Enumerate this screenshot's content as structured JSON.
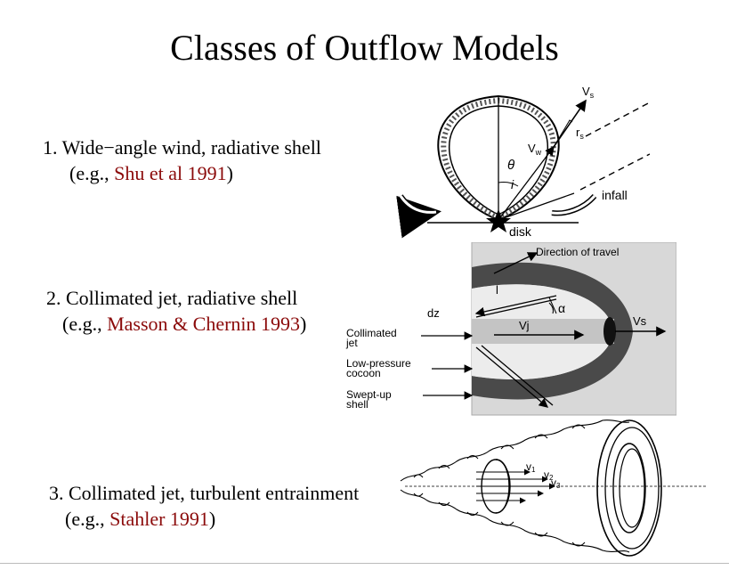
{
  "slide": {
    "title": "Classes of Outflow Models"
  },
  "items": [
    {
      "line1": "1. Wide−angle wind, radiative shell",
      "prefix": "(e.g., ",
      "ref": "Shu et al 1991",
      "suffix": ")"
    },
    {
      "line1": "2. Collimated jet, radiative shell",
      "prefix": "(e.g., ",
      "ref": "Masson & Chernin 1993",
      "suffix": ")"
    },
    {
      "line1": "3. Collimated jet, turbulent entrainment",
      "prefix": "(e.g., ",
      "ref": "Stahler 1991",
      "suffix": ")"
    }
  ],
  "figure1": {
    "label_vs": "V",
    "label_vs_sub": "s",
    "label_rs": "r",
    "label_rs_sub": "s",
    "label_vw": "V",
    "label_vw_sub": "w",
    "label_theta": "θ",
    "label_i": "i",
    "label_infall": "infall",
    "label_disk": "disk"
  },
  "figure2": {
    "label_direction": "Direction of travel",
    "label_l": "l",
    "label_alpha": "α",
    "label_dz": "dz",
    "label_vj": "Vj",
    "label_vs": "Vs",
    "label_collimated_1": "Collimated",
    "label_collimated_2": "jet",
    "label_lowpressure_1": "Low-pressure",
    "label_lowpressure_2": "cocoon",
    "label_swept_1": "Swept-up",
    "label_swept_2": "shell"
  },
  "figure3": {
    "label_v1": "v",
    "label_v1_sub": "1",
    "label_v2": "v",
    "label_v2_sub": "2",
    "label_v3": "v",
    "label_v3_sub": "3"
  },
  "colors": {
    "reference": "#8b0a0a",
    "figure_gray": "#9a9a9a",
    "jet_gray": "#c4c4c4"
  }
}
